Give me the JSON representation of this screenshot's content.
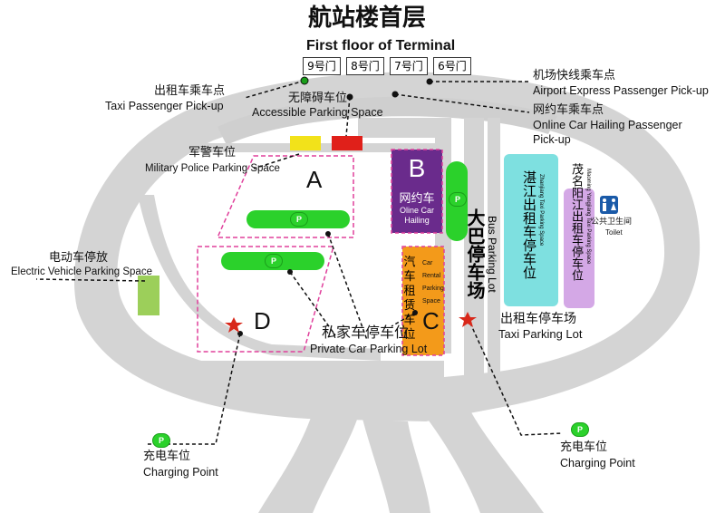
{
  "title": "航站楼首层",
  "subtitle": "First floor of Terminal",
  "gates": [
    "9号门",
    "8号门",
    "7号门",
    "6号门"
  ],
  "labels": {
    "taxi_pickup_zh": "出租车乘车点",
    "taxi_pickup_en": "Taxi Passenger Pick-up",
    "accessible_zh": "无障碍车位",
    "accessible_en": "Accessible Parking Space",
    "express_zh": "机场快线乘车点",
    "express_en": "Airport Express Passenger Pick-up",
    "online_zh": "网约车乘车点",
    "online_en_1": "Online Car Hailing Passenger",
    "online_en_2": "Pick-up",
    "military_zh": "军警车位",
    "military_en": "Military Police Parking Space",
    "ev_zh": "电动车停放",
    "ev_en": "Electric Vehicle Parking Space",
    "private_zh": "私家车停车位",
    "private_en": "Private Car Parking Lot",
    "rental_zh": "汽车租赁车位",
    "rental_en": "Car Rental Parking Space",
    "bus_zh": "大巴停车场",
    "bus_en": "Bus Parking Lot",
    "taxi_lot_zh": "出租车停车场",
    "taxi_lot_en": "Taxi Parking Lot",
    "zhanjiang_zh": "湛江出租车停车位",
    "zhanjiang_en": "Zhanjiang Taxi Parking Space",
    "maoming_zh": "茂名阳江出租车停车位",
    "maoming_en": "Maoming Yangjiang Taxi Parking Space",
    "toilet_zh": "公共卫生间",
    "toilet_en": "Toilet",
    "charging_zh": "充电车位",
    "charging_en": "Charging Point"
  },
  "zones": {
    "a": "A",
    "b": "B",
    "b_zh": "网约车",
    "b_en_1": "Oline Car",
    "b_en_2": "Hailing",
    "c": "C",
    "d": "D"
  },
  "charging_symbol": "P",
  "colors": {
    "road": "#d4d4d4",
    "green": "#2bd12b",
    "purple": "#6a2b8c",
    "orange": "#f39a1a",
    "cyan": "#7ee0e0",
    "lavender": "#d4a8e6",
    "ev_green": "#9ccf5a",
    "accessible_red": "#e0201a",
    "military_yellow": "#f2e21a",
    "dashed_pink": "#e0409c",
    "star_red": "#d8281a"
  }
}
